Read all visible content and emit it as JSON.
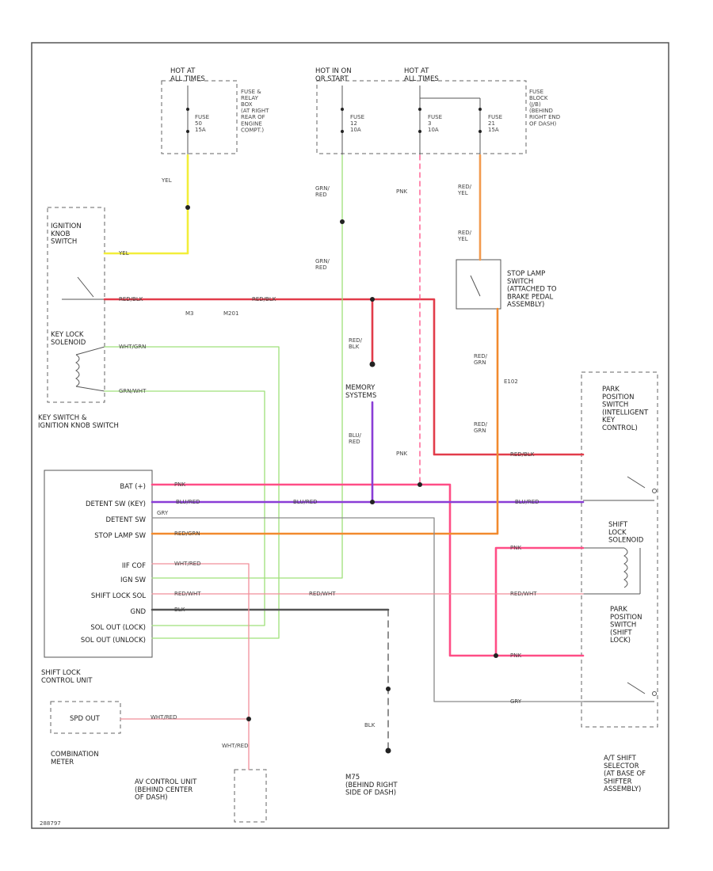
{
  "colors": {
    "yellow": "#f2ee3a",
    "red_black": "#e23c4a",
    "green": "#9fe07a",
    "green_red": "#9fe07a",
    "pink": "#ff4d86",
    "purple": "#8a3dd6",
    "orange": "#f28a2e",
    "red_yellow": "#f29a4e",
    "red_green": "#f08f9a",
    "grey": "#8a8a8a",
    "black": "#555555"
  },
  "fuses": {
    "hot1": "HOT AT\nALL TIMES",
    "hot2": "HOT IN ON\nOR START",
    "hot3": "HOT AT\nALL TIMES",
    "fuse_a": "FUSE\n50\n15A",
    "fuse_b": "FUSE\n12\n10A",
    "fuse_c": "FUSE\n3\n10A",
    "fuse_d": "FUSE\n21\n15A",
    "box1": "FUSE &\nRELAY\nBOX\n(AT RIGHT\nREAR OF\nENGINE\nCOMPT.)",
    "box2": "FUSE\nBLOCK\n(J/B)\n(BEHIND\nRIGHT END\nOF DASH)"
  },
  "components": {
    "ign_knob": "IGNITION\nKNOB\nSWITCH",
    "key_lock": "KEY LOCK\nSOLENOID",
    "key_switch": "KEY SWITCH &\nIGNITION KNOB SWITCH",
    "memory": "MEMORY\nSYSTEMS",
    "stop_lamp": "STOP LAMP\nSWITCH\n(ATTACHED TO\nBRAKE PEDAL\nASSEMBLY)",
    "park1": "PARK\nPOSITION\nSWITCH\n(INTELLIGENT\nKEY\nCONTROL)",
    "shift_solenoid": "SHIFT\nLOCK\nSOLENOID",
    "park2": "PARK\nPOSITION\nSWITCH\n(SHIFT\nLOCK)",
    "shift_ctrl": "SHIFT LOCK\nCONTROL UNIT",
    "combo": "COMBINATION\nMETER",
    "spd_out": "SPD OUT",
    "av_ctrl": "AV CONTROL UNIT\n(BEHIND CENTER\nOF DASH)",
    "ground": "M75\n(BEHIND RIGHT\nSIDE OF DASH)",
    "at_selector": "A/T SHIFT\nSELECTOR\n(AT BASE OF\nSHIFTER\nASSEMBLY)",
    "code": "288797"
  },
  "unit_pins": [
    "BAT (+)",
    "DETENT SW (KEY)",
    "DETENT SW",
    "STOP LAMP SW",
    "IIF COF",
    "IGN SW",
    "SHIFT LOCK SOL",
    "GND",
    "SOL OUT (LOCK)",
    "SOL OUT (UNLOCK)"
  ],
  "wire_labels": {
    "yel": "YEL",
    "red_blk": "RED/BLK",
    "wht_grn": "WHT/GRN",
    "grn_wht": "GRN/WHT",
    "grn_red": "GRN/\nRED",
    "red_blk_v": "RED/\nBLK",
    "blu_red": "BLU/RED",
    "blu_red_v": "BLU/\nRED",
    "pnk": "PNK",
    "grn": "GRY",
    "red_grn": "RED/GRN",
    "wht_red": "WHT/RED",
    "red_wht": "RED/WHT",
    "blk": "BLK",
    "red_yel": "RED/\nYEL",
    "red_grn_v": "RED/\nGRN",
    "connector_m3": "M3",
    "connector_m201": "M201",
    "e102": "E102"
  }
}
